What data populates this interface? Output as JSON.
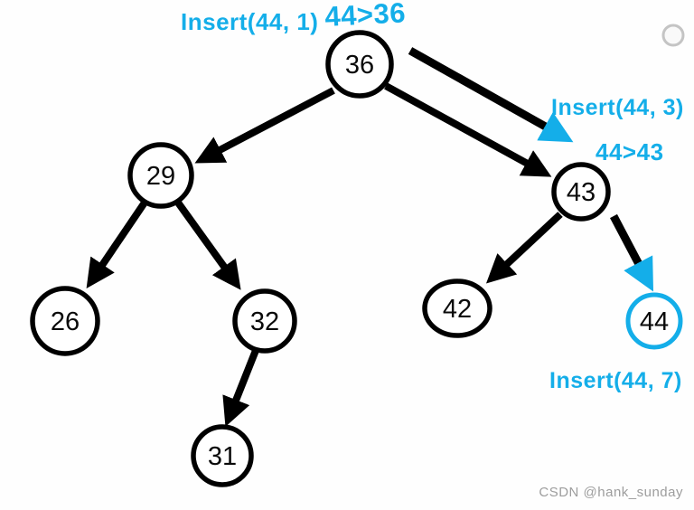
{
  "colors": {
    "accent": "#14aee9",
    "node_stroke": "#000000",
    "node_fill": "#ffffff",
    "watermark": "#9d9d9d",
    "viewer_circle": "#c4c4c4"
  },
  "diagram": {
    "type": "binary-search-tree-insertion",
    "nodes": [
      {
        "label": "36"
      },
      {
        "label": "29"
      },
      {
        "label": "43"
      },
      {
        "label": "26"
      },
      {
        "label": "32"
      },
      {
        "label": "31"
      },
      {
        "label": "42"
      },
      {
        "label": "44"
      }
    ],
    "edges": [
      {
        "from": "36",
        "to": "29"
      },
      {
        "from": "36",
        "to": "43"
      },
      {
        "from": "29",
        "to": "26"
      },
      {
        "from": "29",
        "to": "32"
      },
      {
        "from": "32",
        "to": "31"
      },
      {
        "from": "43",
        "to": "42"
      },
      {
        "from": "36",
        "to": "43",
        "kind": "insert-path"
      },
      {
        "from": "43",
        "to": "44",
        "kind": "insert-path"
      }
    ],
    "annotations": {
      "insert_step1": "Insert(44, 1)",
      "compare_step1": "44>36",
      "insert_step3": "Insert(44, 3)",
      "compare_step3": "44>43",
      "insert_step7": "Insert(44, 7)"
    }
  },
  "watermark": {
    "text": "CSDN @hank_sunday"
  }
}
